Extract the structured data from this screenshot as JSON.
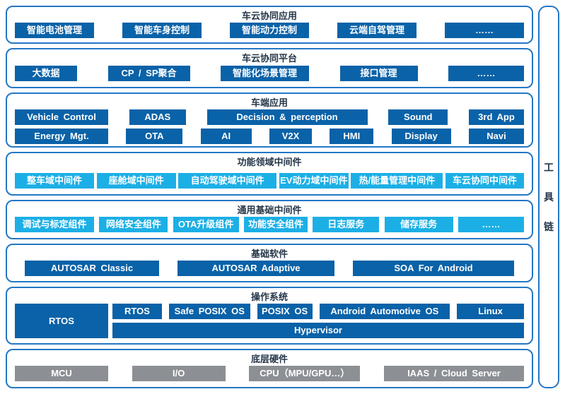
{
  "colors": {
    "box_dark_blue": "#0A62A8",
    "box_cyan": "#1CAFE6",
    "box_gray": "#8C9094",
    "section_border_blue": "#2377C5",
    "title_navy": "#253649",
    "box_text": "#ffffff"
  },
  "toolchain": {
    "label": "工具链",
    "chars": [
      "工",
      "具",
      "链"
    ]
  },
  "sections": {
    "cloud_apps": {
      "title": "车云协同应用",
      "items": [
        "智能电池管理",
        "智能车身控制",
        "智能动力控制",
        "云端自驾管理",
        "……"
      ]
    },
    "cloud_platform": {
      "title": "车云协同平台",
      "items": [
        "大数据",
        "CP / SP聚合",
        "智能化场景管理",
        "接口管理",
        "……"
      ]
    },
    "vehicle_apps": {
      "title": "车端应用",
      "row1": [
        "Vehicle Control",
        "ADAS",
        "Decision & perception",
        "Sound",
        "3rd App"
      ],
      "row2": [
        "Energy Mgt.",
        "OTA",
        "AI",
        "V2X",
        "HMI",
        "Display",
        "Navi"
      ]
    },
    "domain_middleware": {
      "title": "功能领域中间件",
      "items": [
        "整车域中间件",
        "座舱域中间件",
        "自动驾驶域中间件",
        "EV动力域中间件",
        "热/能量管理中间件",
        "车云协同中间件"
      ]
    },
    "common_middleware": {
      "title": "通用基础中间件",
      "items": [
        "调试与标定组件",
        "网络安全组件",
        "OTA升级组件",
        "功能安全组件",
        "日志服务",
        "储存服务",
        "……"
      ]
    },
    "base_software": {
      "title": "基础软件",
      "items": [
        "AUTOSAR Classic",
        "AUTOSAR Adaptive",
        "SOA For Android"
      ]
    },
    "os": {
      "title": "操作系统",
      "big": "RTOS",
      "row": [
        "RTOS",
        "Safe POSIX OS",
        "POSIX OS",
        "Android Automotive OS",
        "Linux"
      ],
      "hypervisor": "Hypervisor"
    },
    "hardware": {
      "title": "底层硬件",
      "items": [
        "MCU",
        "I/O",
        "CPU（MPU/GPU…）",
        "IAAS / Cloud Server"
      ]
    }
  }
}
